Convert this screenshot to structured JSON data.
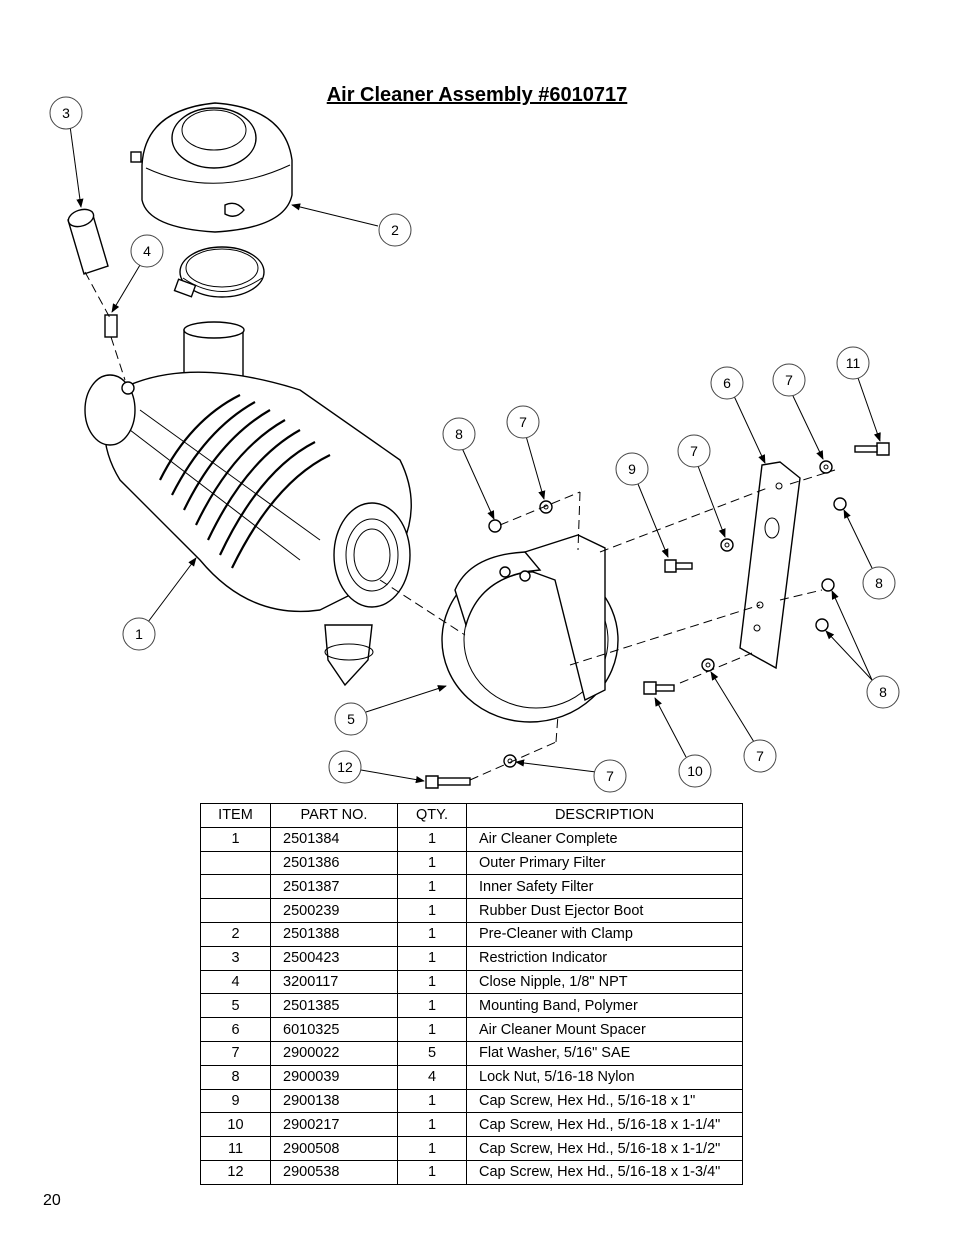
{
  "title": "Air Cleaner Assembly #6010717",
  "page_number": "20",
  "callouts": [
    "3",
    "2",
    "4",
    "1",
    "8",
    "7",
    "9",
    "7",
    "6",
    "7",
    "11",
    "8",
    "8",
    "5",
    "12",
    "7",
    "10",
    "7"
  ],
  "table": {
    "headers": [
      "ITEM",
      "PART NO.",
      "QTY.",
      "DESCRIPTION"
    ],
    "rows": [
      {
        "item": "1",
        "part": "2501384",
        "qty": "1",
        "desc": "Air Cleaner Complete"
      },
      {
        "item": "",
        "part": "2501386",
        "qty": "1",
        "desc": "Outer Primary Filter"
      },
      {
        "item": "",
        "part": "2501387",
        "qty": "1",
        "desc": "Inner Safety Filter"
      },
      {
        "item": "",
        "part": "2500239",
        "qty": "1",
        "desc": "Rubber Dust Ejector Boot"
      },
      {
        "item": "2",
        "part": "2501388",
        "qty": "1",
        "desc": "Pre-Cleaner with Clamp"
      },
      {
        "item": "3",
        "part": "2500423",
        "qty": "1",
        "desc": "Restriction Indicator"
      },
      {
        "item": "4",
        "part": "3200117",
        "qty": "1",
        "desc": "Close Nipple, 1/8\" NPT"
      },
      {
        "item": "5",
        "part": "2501385",
        "qty": "1",
        "desc": "Mounting Band, Polymer"
      },
      {
        "item": "6",
        "part": "6010325",
        "qty": "1",
        "desc": "Air Cleaner Mount Spacer"
      },
      {
        "item": "7",
        "part": "2900022",
        "qty": "5",
        "desc": "Flat Washer, 5/16\" SAE"
      },
      {
        "item": "8",
        "part": "2900039",
        "qty": "4",
        "desc": "Lock Nut, 5/16-18 Nylon"
      },
      {
        "item": "9",
        "part": "2900138",
        "qty": "1",
        "desc": "Cap Screw, Hex Hd., 5/16-18 x 1\""
      },
      {
        "item": "10",
        "part": "2900217",
        "qty": "1",
        "desc": "Cap Screw, Hex Hd., 5/16-18 x 1-1/4\""
      },
      {
        "item": "11",
        "part": "2900508",
        "qty": "1",
        "desc": "Cap Screw, Hex Hd., 5/16-18 x 1-1/2\""
      },
      {
        "item": "12",
        "part": "2900538",
        "qty": "1",
        "desc": "Cap Screw, Hex Hd., 5/16-18 x 1-3/4\""
      }
    ]
  }
}
